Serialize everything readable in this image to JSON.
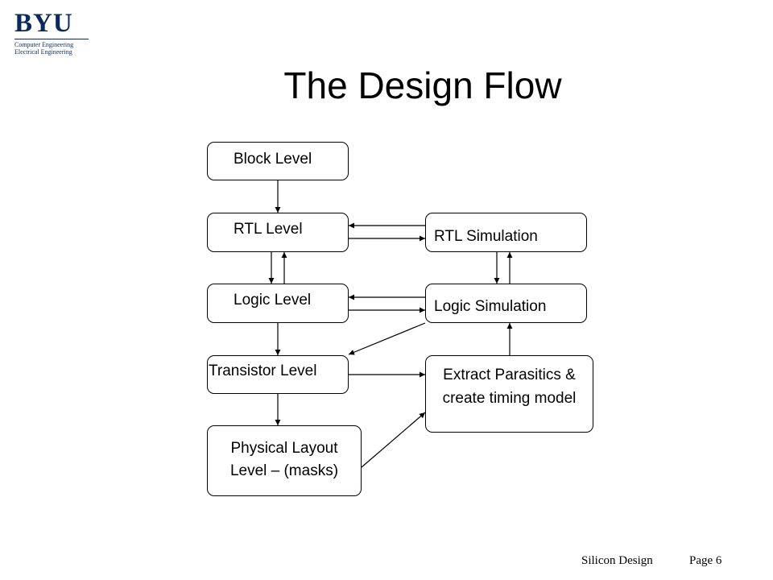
{
  "logo": {
    "mark": "BYU",
    "line1": "Computer Engineering",
    "line2": "Electrical Engineering"
  },
  "title": "The Design Flow",
  "boxes": {
    "block": "Block Level",
    "rtl": "RTL Level",
    "logic": "Logic Level",
    "transistor": "Transistor Level",
    "physical": "Physical Layout Level – (masks)",
    "rtl_sim": "RTL Simulation",
    "logic_sim": "Logic Simulation",
    "extract": "Extract Parasitics & create timing model"
  },
  "footer": {
    "course": "Silicon Design",
    "page": "Page 6"
  }
}
